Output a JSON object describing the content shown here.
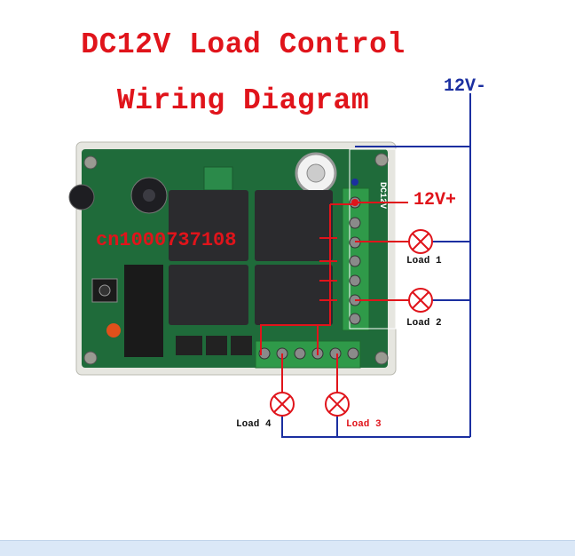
{
  "title": {
    "line1": "DC12V Load Control",
    "line2": "Wiring Diagram"
  },
  "supply": {
    "negative": "12V-",
    "positive": "12V+"
  },
  "loads": {
    "load1": "Load 1",
    "load2": "Load 2",
    "load3": "Load 3",
    "load4": "Load 4"
  },
  "board": {
    "terminal_label": "DC12V",
    "watermark": "cn1000737108"
  },
  "colors": {
    "title": "#e0141b",
    "negative_wire": "#1b2fa0",
    "positive_wire": "#e0141b",
    "pcb": "#1f6b3a",
    "terminal_block": "#2f9a49",
    "relay": "#2b2b2e"
  }
}
